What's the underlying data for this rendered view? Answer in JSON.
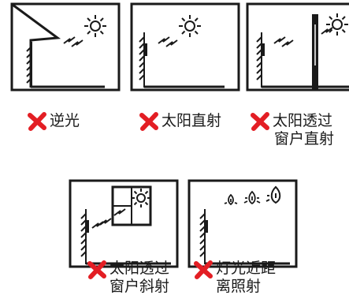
{
  "captions": {
    "backlight": "逆光",
    "direct_sun": "太阳直射",
    "window_direct": [
      "太阳透过",
      "窗户直射"
    ],
    "window_oblique": [
      "太阳透过",
      "窗户斜射"
    ],
    "lamp_close": [
      "灯光近距",
      "离照射"
    ]
  },
  "colors": {
    "line": "#1a1a1a",
    "cross": "#e31e24",
    "background": "#ffffff"
  },
  "icons": [
    "cross-icon",
    "sun-icon",
    "bulb-icon",
    "wall-hatch-icon"
  ]
}
